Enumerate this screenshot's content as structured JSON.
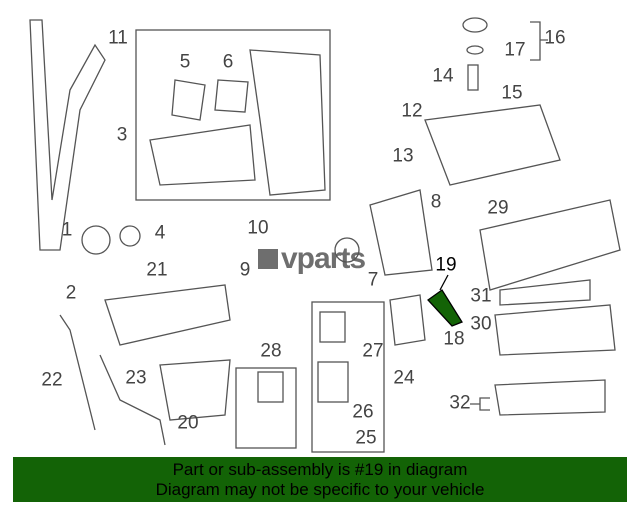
{
  "callouts": [
    "1",
    "2",
    "3",
    "4",
    "5",
    "6",
    "7",
    "8",
    "9",
    "10",
    "11",
    "12",
    "13",
    "14",
    "15",
    "16",
    "17",
    "18",
    "19",
    "20",
    "21",
    "22",
    "23",
    "24",
    "25",
    "26",
    "27",
    "28",
    "29",
    "30",
    "31",
    "32"
  ],
  "highlighted_part": "19",
  "highlight_color": "#136306",
  "logo_text": "vparts",
  "banner": {
    "line1": "Part or sub-assembly is #19 in diagram",
    "line2": "Diagram may not be specific to your vehicle"
  }
}
